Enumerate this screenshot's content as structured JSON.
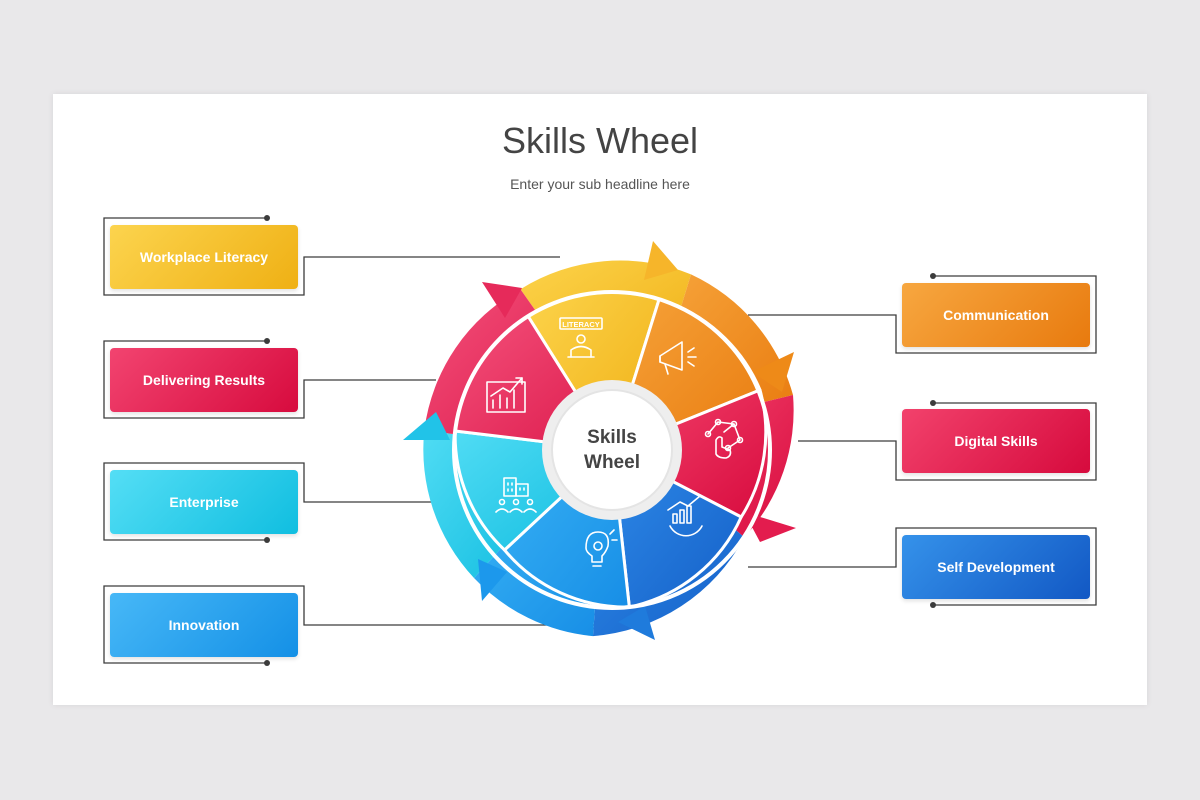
{
  "slide": {
    "title": "Skills Wheel",
    "subtitle": "Enter your sub headline here"
  },
  "wheel": {
    "center_line1": "Skills",
    "center_line2": "Wheel",
    "badge_text": "LITERACY"
  },
  "segments": [
    {
      "name": "Workplace Literacy",
      "color": "#f5c02b",
      "icon": "literacy-reader-icon"
    },
    {
      "name": "Communication",
      "color": "#f0901e",
      "icon": "megaphone-icon"
    },
    {
      "name": "Digital Skills",
      "color": "#e8194f",
      "icon": "touch-network-icon"
    },
    {
      "name": "Self Development",
      "color": "#1c73d8",
      "icon": "chart-gear-icon"
    },
    {
      "name": "Innovation",
      "color": "#1ea0f0",
      "icon": "lightbulb-gears-icon"
    },
    {
      "name": "Enterprise",
      "color": "#1fc8ea",
      "icon": "buildings-people-icon"
    },
    {
      "name": "Delivering Results",
      "color": "#e8285a",
      "icon": "growth-chart-icon"
    }
  ],
  "labels": {
    "workplace_literacy": "Workplace Literacy",
    "delivering_results": "Delivering Results",
    "enterprise": "Enterprise",
    "innovation": "Innovation",
    "communication": "Communication",
    "digital_skills": "Digital Skills",
    "self_development": "Self Development"
  }
}
